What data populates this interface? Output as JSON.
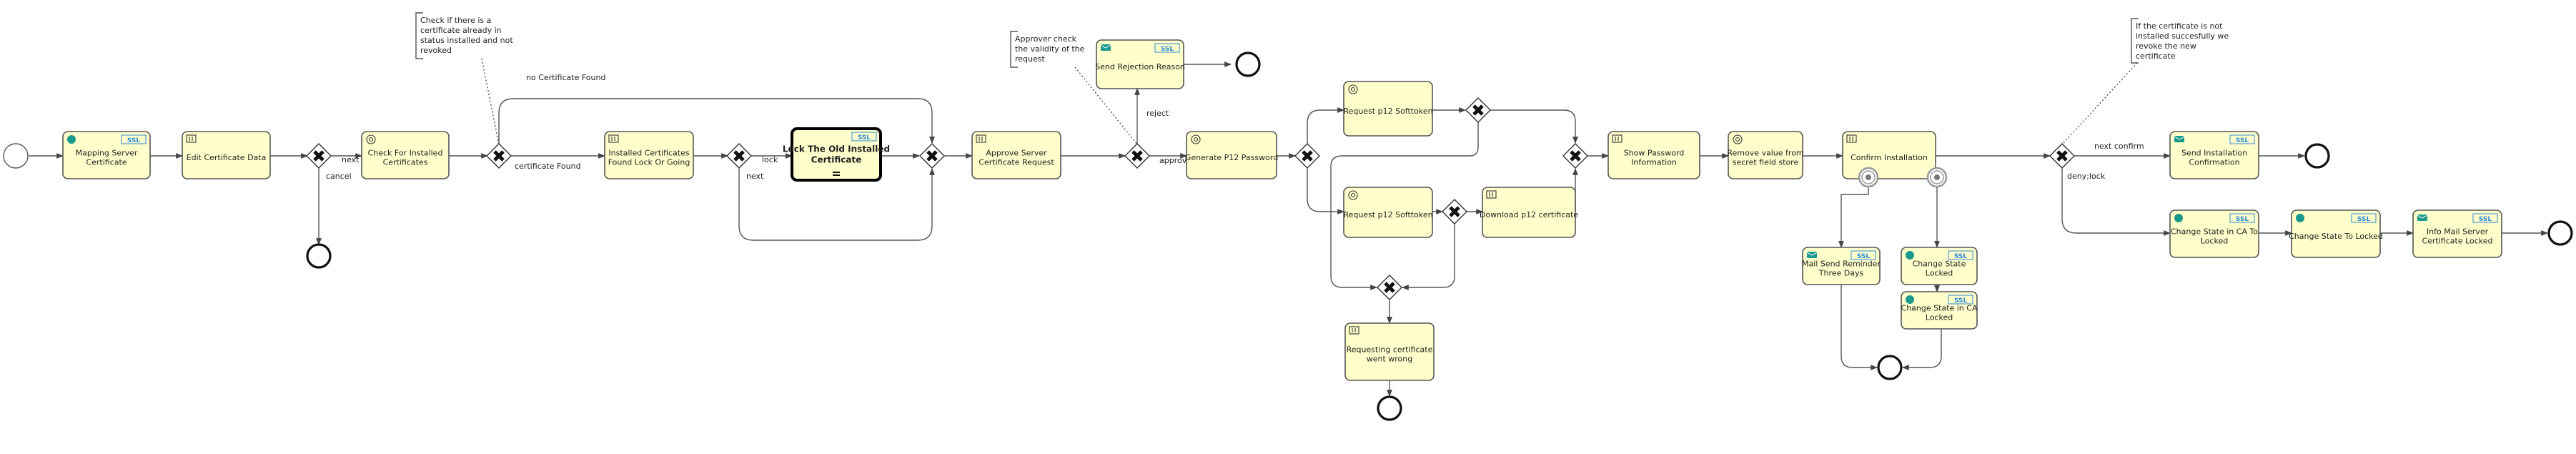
{
  "tasks": [
    {
      "id": "t1",
      "label": [
        "Mapping Server",
        "Certificate"
      ],
      "icon": "script-icon",
      "branded": true
    },
    {
      "id": "t2",
      "label": [
        "Edit Certificate Data"
      ],
      "icon": "user-task-icon",
      "branded": false
    },
    {
      "id": "t3",
      "label": [
        "Check For Installed",
        "Certificates"
      ],
      "icon": "service-task-icon",
      "branded": false
    },
    {
      "id": "t4",
      "label": [
        "Installed Certificates",
        "Found Lock Or Going"
      ],
      "icon": "user-task-icon",
      "branded": false
    },
    {
      "id": "t5",
      "label": [
        "Lock The Old Installed",
        "Certificate"
      ],
      "icon": "",
      "branded": true,
      "bold": true
    },
    {
      "id": "t6",
      "label": [
        "Approve Server",
        "Certificate Request"
      ],
      "icon": "user-task-icon",
      "branded": false
    },
    {
      "id": "t7",
      "label": [
        "Send Rejection Reason"
      ],
      "icon": "send-icon",
      "branded": true
    },
    {
      "id": "t8",
      "label": [
        "Generate P12 Password"
      ],
      "icon": "service-task-icon",
      "branded": false
    },
    {
      "id": "t9",
      "label": [
        "Request p12 Softtoken"
      ],
      "icon": "service-task-icon",
      "branded": false
    },
    {
      "id": "t10",
      "label": [
        "Request p12 Softtoken"
      ],
      "icon": "service-task-icon",
      "branded": false
    },
    {
      "id": "t11",
      "label": [
        "Download p12 certificate"
      ],
      "icon": "user-task-icon",
      "branded": false
    },
    {
      "id": "t12",
      "label": [
        "Requesting certificate",
        "went wrong"
      ],
      "icon": "user-task-icon",
      "branded": false
    },
    {
      "id": "t13",
      "label": [
        "Show Password",
        "Information"
      ],
      "icon": "user-task-icon",
      "branded": false
    },
    {
      "id": "t14",
      "label": [
        "Remove value from",
        "secret field store"
      ],
      "icon": "service-task-icon",
      "branded": false
    },
    {
      "id": "t15",
      "label": [
        "Confirm Installation"
      ],
      "icon": "user-task-icon",
      "branded": false
    },
    {
      "id": "t16",
      "label": [
        "Mail Send Reminder",
        "Three Days"
      ],
      "icon": "send-icon",
      "branded": true
    },
    {
      "id": "t17",
      "label": [
        "Change State",
        "Locked"
      ],
      "icon": "script-icon",
      "branded": true
    },
    {
      "id": "t18",
      "label": [
        "Change State in CA",
        "Locked"
      ],
      "icon": "script-icon",
      "branded": true
    },
    {
      "id": "t19",
      "label": [
        "Send Installation",
        "Confirmation"
      ],
      "icon": "send-icon",
      "branded": true
    },
    {
      "id": "t20",
      "label": [
        "Change State in CA To",
        "Locked"
      ],
      "icon": "script-icon",
      "branded": true
    },
    {
      "id": "t21",
      "label": [
        "Change State To Locked"
      ],
      "icon": "script-icon",
      "branded": true
    },
    {
      "id": "t22",
      "label": [
        "Info Mail Server",
        "Certificate Locked"
      ],
      "icon": "send-icon",
      "branded": true
    }
  ],
  "brand_mark": "SSL",
  "edge_labels": {
    "next": "next",
    "cancel": "cancel",
    "no_certificate_found": "no Certificate Found",
    "certificate_found": "certificate Found",
    "lock": "lock",
    "next2": "next",
    "reject": "reject",
    "approve": "approve",
    "next_confirm": "next confirm",
    "deny_lock": "deny;lock"
  },
  "annotations": {
    "check_installed": [
      "Check if there is a",
      "certificate already in",
      "status installed and not",
      "revoked"
    ],
    "approver_check": [
      "Approver check",
      "the validity of the",
      "request"
    ],
    "not_installed": [
      "If the certificate is not",
      "installed succesfully we",
      "revoke the new",
      "certificate"
    ]
  },
  "colors": {
    "task_fill": "#ffffcc",
    "task_stroke": "#555555",
    "brand_blue": "#2c8bd6",
    "event_timer_teal": "#1a9a8a"
  }
}
